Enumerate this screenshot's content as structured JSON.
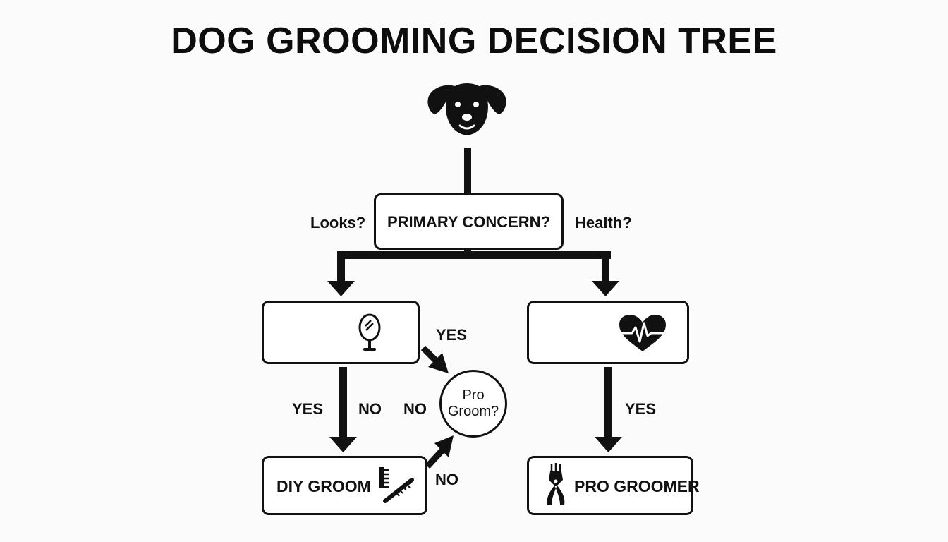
{
  "title": "DOG GROOMING DECISION TREE",
  "nodes": {
    "root_question": "PRIMARY CONCERN?",
    "looks_label": "Looks?",
    "health_label": "Health?",
    "pro_groom_line1": "Pro",
    "pro_groom_line2": "Groom?",
    "diy_groom": "DIY GROOM",
    "pro_groomer": "PRO GROOMER"
  },
  "edges": {
    "looks_to_pro_groom": "YES",
    "looks_yes": "YES",
    "looks_no": "NO",
    "pro_groom_no": "NO",
    "diy_to_pro_groom": "NO",
    "health_yes": "YES"
  },
  "icons": {
    "top": "dog-head-icon",
    "looks_box": "mirror-icon",
    "health_box": "heartbeat-icon",
    "diy_box": "comb-and-brush-icon",
    "pro_box": "clippers-icon"
  },
  "colors": {
    "ink": "#111111",
    "background": "#fbfbfb"
  }
}
